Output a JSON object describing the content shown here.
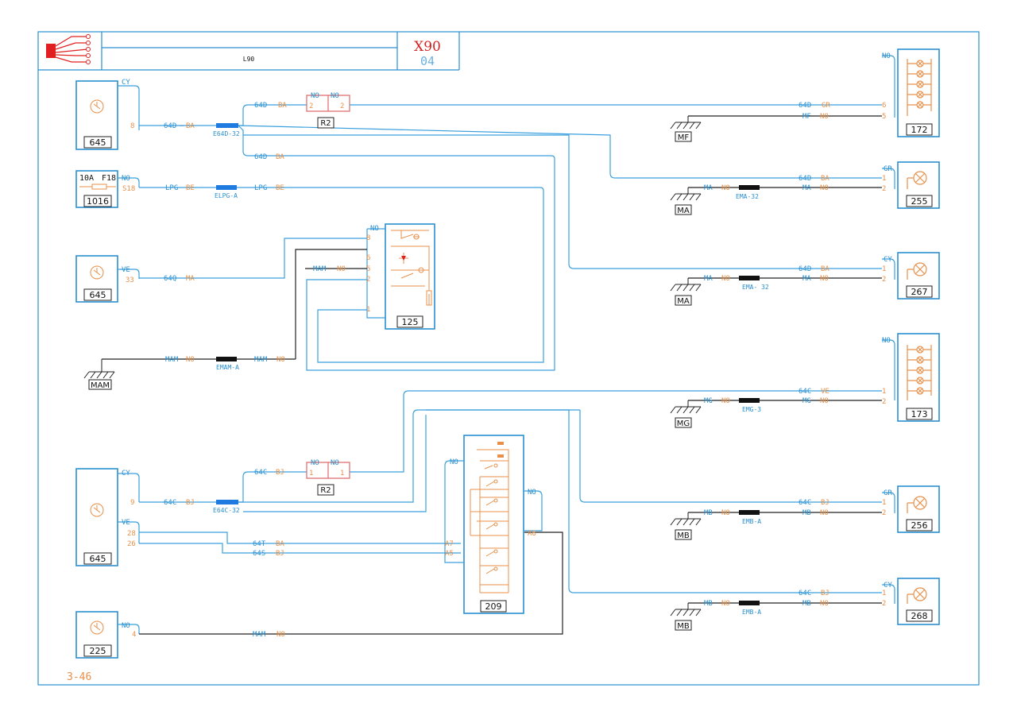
{
  "header": {
    "code": "X90",
    "version": "04",
    "subtitle": "L90"
  },
  "page_ref": "3-46",
  "components": {
    "c645a": "645",
    "c1016": "1016",
    "c645b": "645",
    "c645c": "645",
    "c225": "225",
    "c125": "125",
    "c209": "209",
    "c172": "172",
    "c255": "255",
    "c267": "267",
    "c173": "173",
    "c256": "256",
    "c268": "268",
    "r2a": "R2",
    "r2b": "R2"
  },
  "fuse": {
    "rating": "10A",
    "name": "F18"
  },
  "grounds": {
    "mf": "MF",
    "ma1": "MA",
    "ma2": "MA",
    "mam": "MAM",
    "mg": "MG",
    "mb1": "MB",
    "mb2": "MB"
  },
  "connectors": {
    "e64d": "E64D-32",
    "elpg": "ELPG-A",
    "ema1": "EMA-32",
    "ema2": "EMA- 32",
    "emam": "EMAM-A",
    "emg": "EMG-3",
    "e64c": "E64C-32",
    "emb1": "EMB-A",
    "emb2": "EMB-A"
  },
  "labels": {
    "cy": "CY",
    "no": "NO",
    "ve": "VE",
    "gr": "GR",
    "ba": "BA",
    "be": "BE",
    "bj": "BJ",
    "ma": "MA",
    "w64d": "64D",
    "w64c": "64C",
    "w64q": "64Q",
    "w64t": "64T",
    "w64s": "64S",
    "lpg": "LPG",
    "mf": "MF",
    "mam": "MAM",
    "mg": "MG",
    "mb": "MB",
    "p8": "8",
    "s18": "S18",
    "p33": "33",
    "p9": "9",
    "p28": "28",
    "p26": "26",
    "p4": "4",
    "p6": "6",
    "p5": "5",
    "p2": "2",
    "p1": "1",
    "a7": "A7",
    "a5": "A5",
    "a6": "A6"
  }
}
